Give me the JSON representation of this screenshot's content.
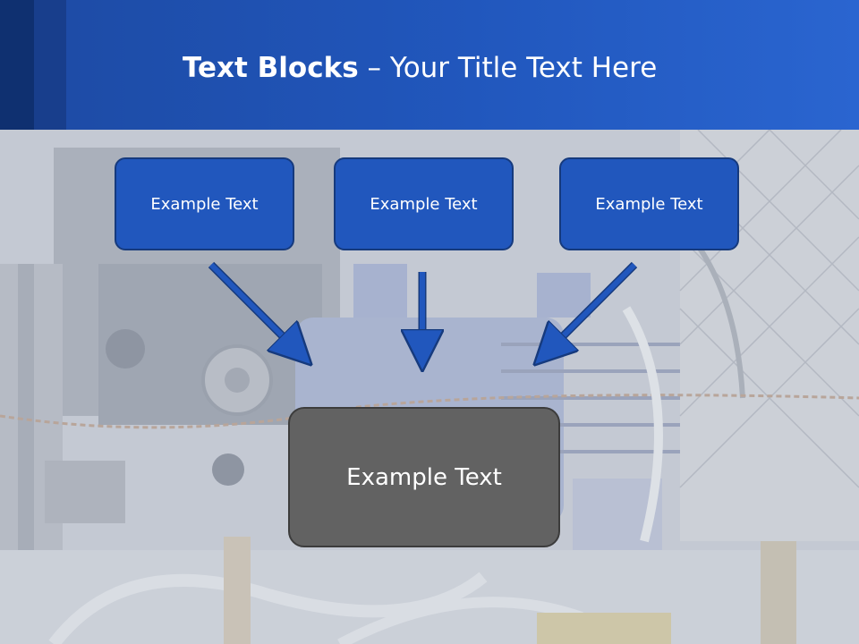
{
  "slide": {
    "title_bold": "Text Blocks",
    "title_dash": " – ",
    "title_rest": "Your Title Text Here"
  },
  "blocks": [
    {
      "label": "Example Text"
    },
    {
      "label": "Example Text"
    },
    {
      "label": "Example Text"
    }
  ],
  "target_block": {
    "label": "Example Text"
  },
  "colors": {
    "header": "#2157bd",
    "block_fill": "#2157bd",
    "target_fill": "#626262",
    "arrow": "#2157bd"
  }
}
